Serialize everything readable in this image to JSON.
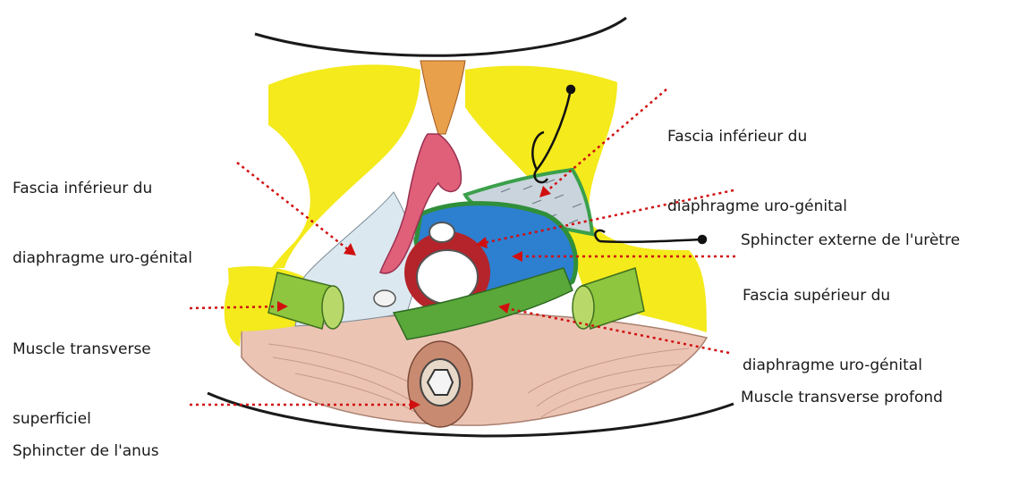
{
  "labels": {
    "fascia_inferieur_left": [
      "Fascia inférieur du",
      "diaphragme uro-génital"
    ],
    "muscle_transverse_superficiel": [
      "Muscle transverse",
      "superficiel"
    ],
    "sphincter_anus": [
      "Sphincter de l'anus"
    ],
    "fascia_inferieur_right": [
      "Fascia inférieur du",
      "diaphragme uro-génital"
    ],
    "sphincter_urethre": [
      "Sphincter externe de l'urètre"
    ],
    "fascia_superieur": [
      "Fascia supérieur du",
      "diaphragme uro-génital"
    ],
    "muscle_transverse_profond": [
      "Muscle transverse profond"
    ]
  },
  "colors": {
    "leader_line": "#d01010",
    "ischiopubic_bone": "#f4ea1c",
    "transverse_muscle": "#8ec63f",
    "deep_transverse_muscle": "#5aa83a",
    "sphincter_urethra": "#2d7fd0",
    "urethra_wall": "#b4242a",
    "inferior_fascia": "#dce8f0",
    "superior_fascia": "#3aa04a",
    "clitoris": "#e0607a",
    "perineum_skin": "#ecc4b4",
    "anal_sphincter": "#c88a70",
    "tissue": "#e9c07a"
  }
}
